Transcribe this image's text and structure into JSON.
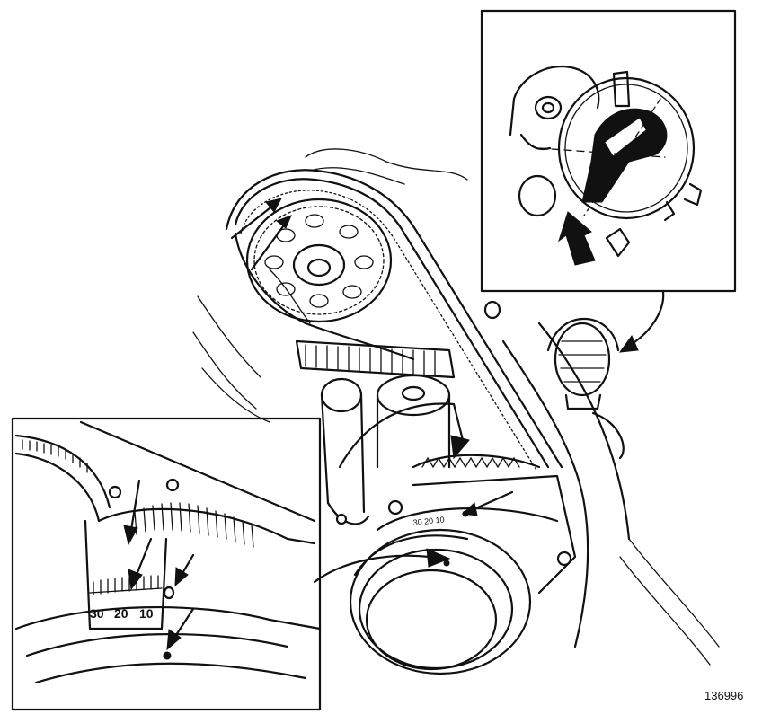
{
  "figure": {
    "reference_number": "136996"
  },
  "inset_timing_scale": {
    "scale_labels": [
      "30",
      "20",
      "10"
    ],
    "small_scale_labels": "30 20 10"
  },
  "colors": {
    "line": "#111111",
    "background": "#ffffff"
  }
}
